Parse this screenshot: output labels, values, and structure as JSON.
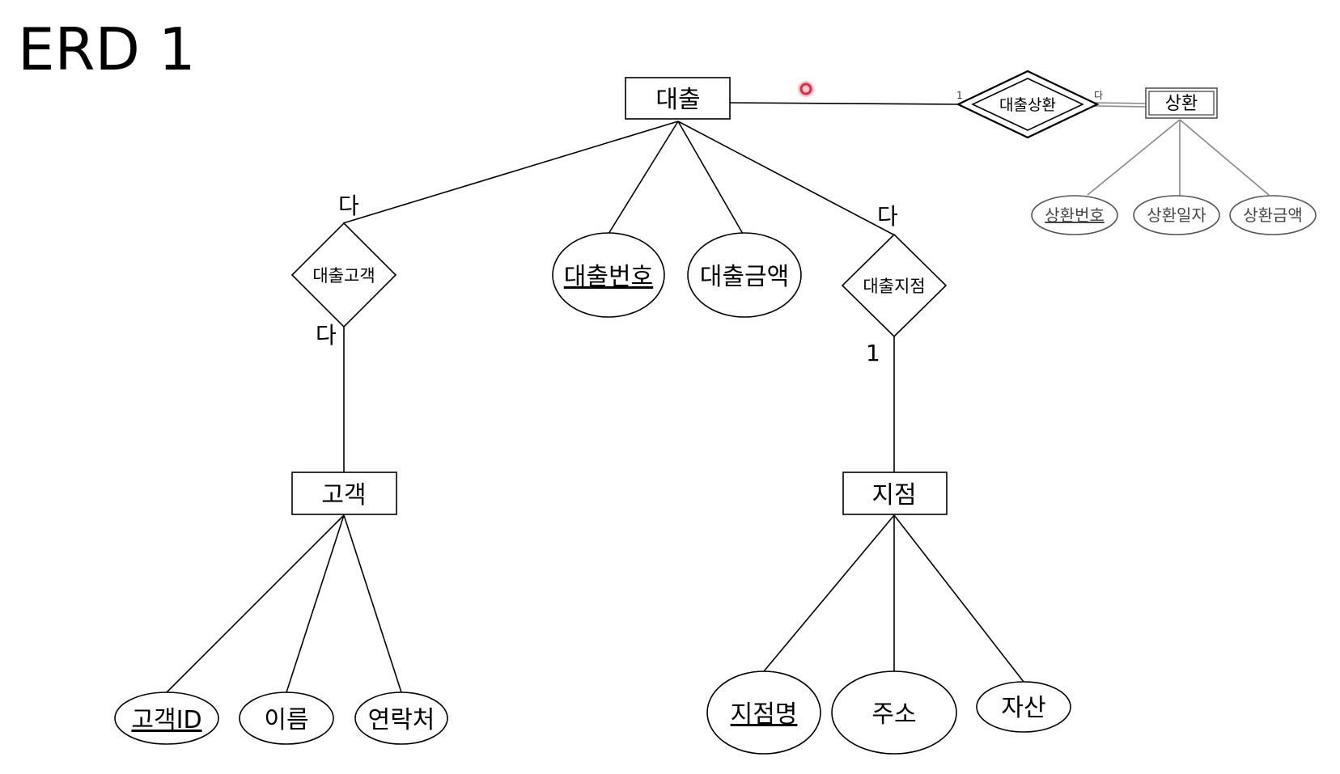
{
  "title": "ERD 1",
  "entities": {
    "loan": "대출",
    "customer": "고객",
    "branch": "지점",
    "repayment": "상환"
  },
  "relationships": {
    "loan_customer": "대출고객",
    "loan_branch": "대출지점",
    "loan_repayment": "대출상환"
  },
  "attributes": {
    "loan_number": "대출번호",
    "loan_amount": "대출금액",
    "customer_id": "고객ID",
    "customer_name": "이름",
    "customer_contact": "연락처",
    "branch_name": "지점명",
    "branch_address": "주소",
    "branch_assets": "자산",
    "repayment_number": "상환번호",
    "repayment_date": "상환일자",
    "repayment_amount": "상환금액"
  },
  "cardinalities": {
    "loan_customer_top": "다",
    "loan_customer_bottom": "다",
    "loan_branch_top": "다",
    "loan_branch_bottom": "1",
    "loan_repayment_left": "1",
    "loan_repayment_right": "다"
  },
  "colors": {
    "line": "#000000",
    "weak_line": "#888888",
    "cursor": "#e8283c"
  }
}
